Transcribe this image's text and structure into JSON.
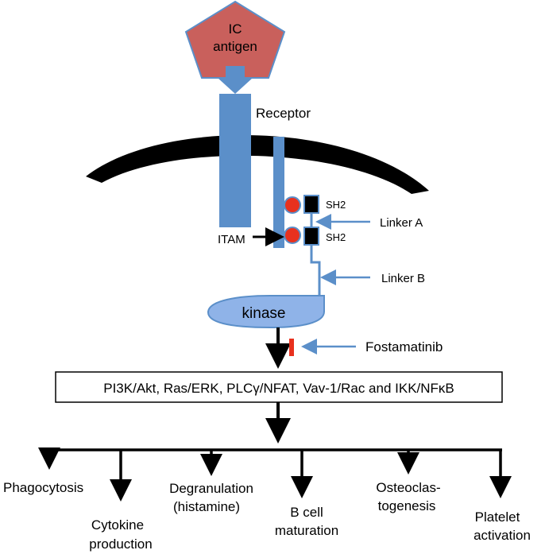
{
  "antigen": {
    "line1": "IC",
    "line2": "antigen"
  },
  "receptor_label": "Receptor",
  "sh2_top": "SH2",
  "sh2_bottom": "SH2",
  "itam_label": "ITAM",
  "linker_a": "Linker A",
  "linker_b": "Linker B",
  "kinase_label": "kinase",
  "inhibitor_label": "Fostamatinib",
  "pathway_text": "PI3K/Akt, Ras/ERK, PLCγ/NFAT, Vav-1/Rac and IKK/NFκB",
  "outcomes": {
    "phagocytosis": "Phagocytosis",
    "cytokine_1": "Cytokine",
    "cytokine_2": "production",
    "degranulation_1": "Degranulation",
    "degranulation_2": "(histamine)",
    "bcell_1": "B cell",
    "bcell_2": "maturation",
    "osteo_1": "Osteoclas-",
    "osteo_2": "togenesis",
    "platelet_1": "Platelet",
    "platelet_2": "activation"
  },
  "colors": {
    "antigen_fill": "#c9605c",
    "receptor_blue": "#5b8fc9",
    "phospho_red": "#e8311e",
    "membrane": "#000000",
    "inhibitor_bar": "#e8311e"
  }
}
